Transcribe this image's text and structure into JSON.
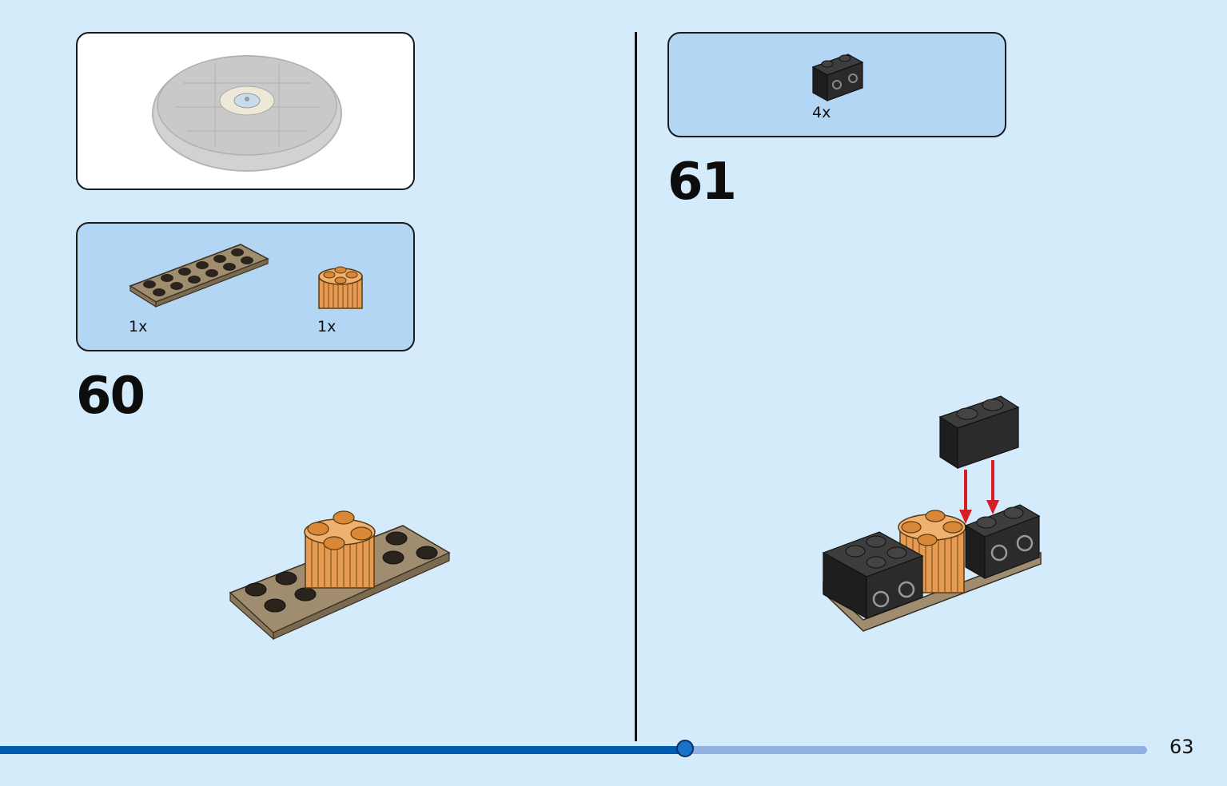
{
  "left_page": {
    "context_box": {
      "image": "baseplate-context-image"
    },
    "parts_box": {
      "items": [
        {
          "part": "tan-plate-2x6",
          "qty": "1x"
        },
        {
          "part": "orange-round-brick-2x2",
          "qty": "1x"
        }
      ]
    },
    "step_number": "60"
  },
  "right_page": {
    "parts_box": {
      "items": [
        {
          "part": "black-brick-1x2-with-side-studs",
          "qty": "4x"
        }
      ]
    },
    "step_number": "61"
  },
  "footer": {
    "page_number": "63",
    "progress": 0.597
  },
  "colors": {
    "background": "#d3ebfa",
    "parts_panel": "#b3d6f5",
    "progress_fill": "#005ab0",
    "progress_track": "#8fb0e0",
    "tan": "#a08c6f",
    "orange": "#e69a52",
    "black_brick": "#2b2b2b",
    "arrow": "#d41f26"
  }
}
